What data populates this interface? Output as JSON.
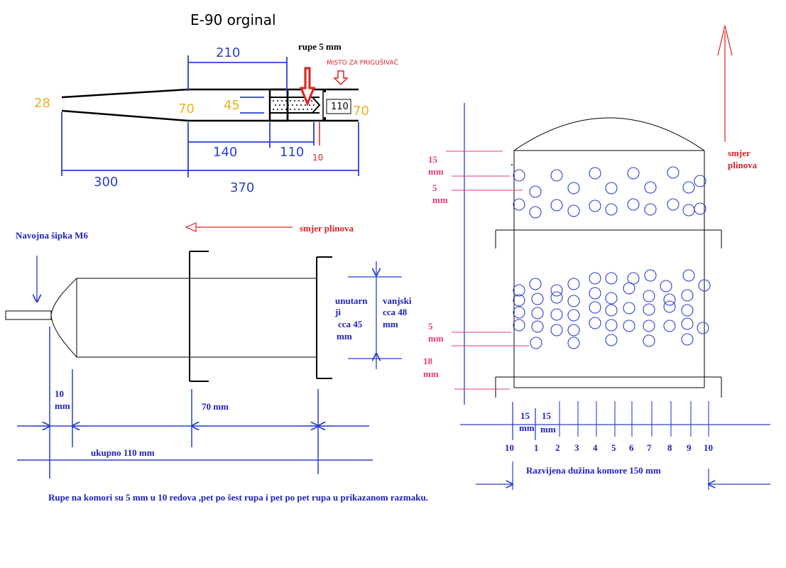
{
  "title": "E-90 orginal",
  "colors": {
    "blue": "#2b3fd0",
    "black": "#000000",
    "orange": "#f0b020",
    "red": "#e02020",
    "pink": "#ec3a7a",
    "navy": "#2020c0"
  },
  "top_drawing": {
    "dims": {
      "d210": "210",
      "d140": "140",
      "d110_bottom": "110",
      "d10": "10",
      "d300": "300",
      "d370": "370",
      "d110_right": "110"
    },
    "diameters": {
      "left": "28",
      "mid": "70",
      "inner": "45",
      "right": "70"
    },
    "rupe_label": "rupe 5 mm",
    "misto_label": "MISTO ZA PRIGUŠIVAČ"
  },
  "left_drawing": {
    "gas_direction": "smjer plinova",
    "rod_label": "Navojna šipka M6",
    "inner_label": [
      "unutarn",
      "ji",
      "cca 45",
      "mm"
    ],
    "outer_label": [
      "vanjski",
      "cca 48",
      "mm"
    ],
    "dim_10mm": [
      "10",
      "mm"
    ],
    "dim_70mm": "70 mm",
    "dim_total": "ukupno 110 mm"
  },
  "right_drawing": {
    "gas_direction": [
      "smjer",
      "plinova"
    ],
    "pink_labels": {
      "top_15": [
        "15",
        "mm"
      ],
      "top_5": [
        "5",
        "mm"
      ],
      "bottom_5": [
        "5",
        "mm"
      ],
      "bottom_18": [
        "18",
        "mm"
      ]
    },
    "spacing_15a": [
      "15",
      "mm"
    ],
    "spacing_15b": [
      "15",
      "mm"
    ],
    "row_numbers": [
      "10",
      "1",
      "2",
      "3",
      "4",
      "5",
      "6",
      "7",
      "8",
      "9",
      "10"
    ],
    "developed_length": "Razvijena dužina komore 150 mm"
  },
  "footer_note": "Rupe na komori su 5 mm u 10 redova ,pet po šest rupa i pet po pet rupa u prikazanom razmaku."
}
